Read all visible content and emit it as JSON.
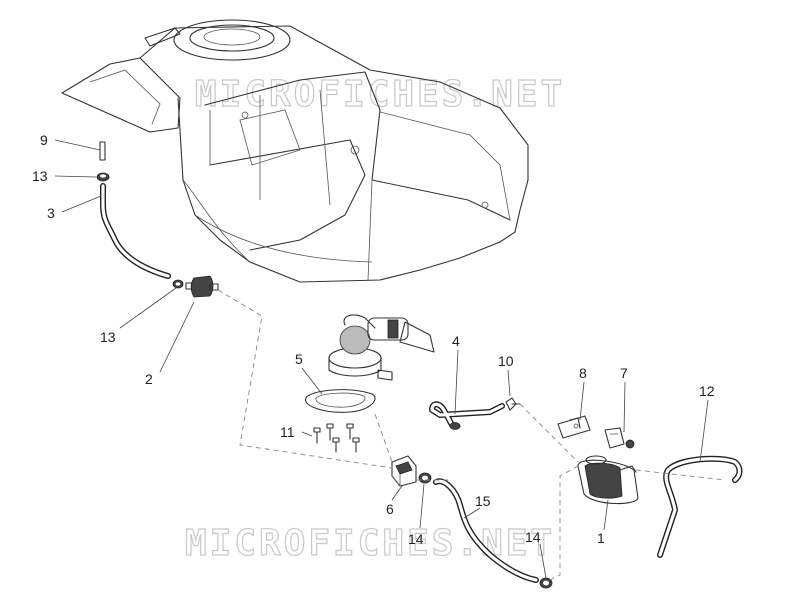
{
  "watermark": "MICROFICHES.NET",
  "callouts": [
    "9",
    "13",
    "3",
    "13",
    "2",
    "5",
    "11",
    "4",
    "10",
    "8",
    "7",
    "12",
    "6",
    "14",
    "15",
    "14",
    "1"
  ]
}
